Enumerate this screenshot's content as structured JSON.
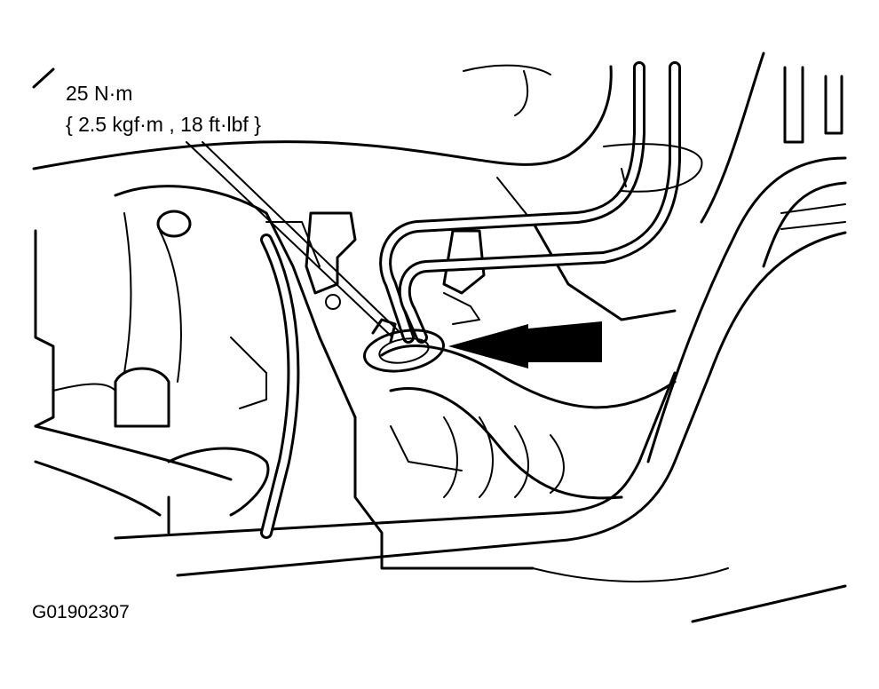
{
  "figure": {
    "torque_label": {
      "line1": "25 N·m",
      "line2": "{ 2.5 kgf·m , 18 ft·lbf }"
    },
    "figure_code": "G01902307",
    "colors": {
      "ink": "#000000",
      "paper": "#ffffff"
    }
  }
}
